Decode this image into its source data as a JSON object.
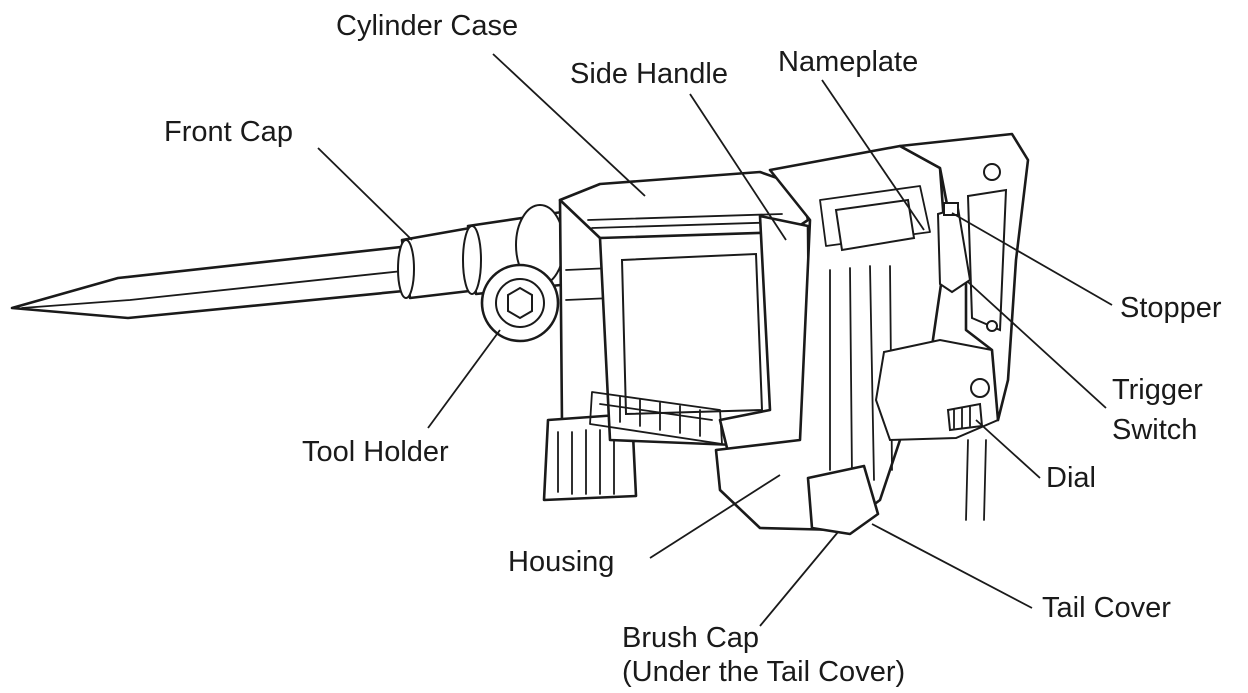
{
  "labels": {
    "cylinder_case": "Cylinder Case",
    "side_handle": "Side Handle",
    "nameplate": "Nameplate",
    "front_cap": "Front Cap",
    "stopper": "Stopper",
    "trigger_switch_line1": "Trigger",
    "trigger_switch_line2": "Switch",
    "tool_holder": "Tool Holder",
    "dial": "Dial",
    "housing": "Housing",
    "tail_cover": "Tail Cover",
    "brush_cap_line1": "Brush Cap",
    "brush_cap_line2": "(Under the Tail Cover)"
  }
}
